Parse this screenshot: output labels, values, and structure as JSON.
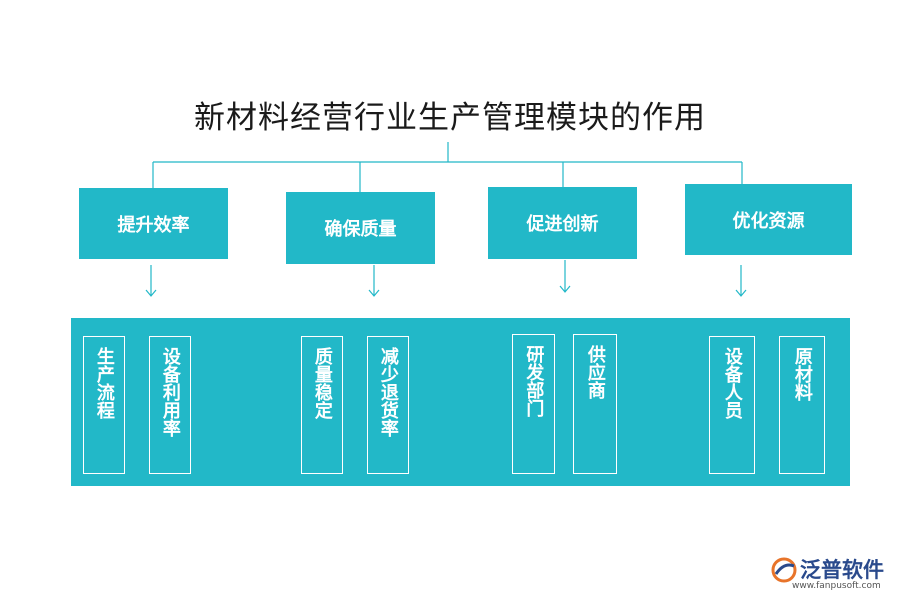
{
  "title": "新材料经营行业生产管理模块的作用",
  "colors": {
    "accent": "#22b8c8",
    "text": "#1a1a1a",
    "line": "#22b8c8"
  },
  "categories": [
    {
      "label": "提升效率",
      "items": [
        "生产流程",
        "设备利用率"
      ]
    },
    {
      "label": "确保质量",
      "items": [
        "质量稳定",
        "减少退货率"
      ]
    },
    {
      "label": "促进创新",
      "items": [
        "研发部门",
        "供应商"
      ]
    },
    {
      "label": "优化资源",
      "items": [
        "设备人员",
        "原材料"
      ]
    }
  ],
  "watermark": {
    "brand": "泛普软件",
    "url": "www.fanpusoft.com",
    "icon": "fanpu-logo-icon"
  }
}
